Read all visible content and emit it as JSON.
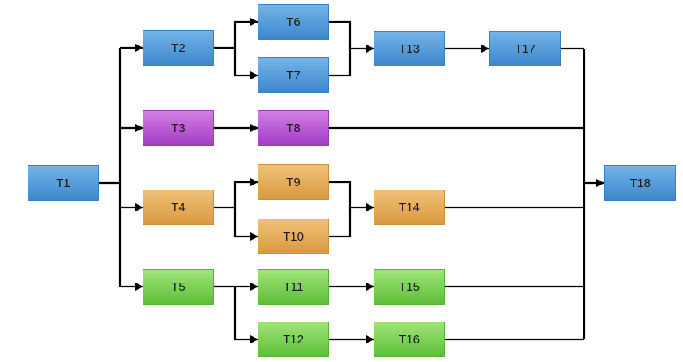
{
  "diagram": {
    "nodes": [
      {
        "id": "T1",
        "label": "T1",
        "color": "blue"
      },
      {
        "id": "T2",
        "label": "T2",
        "color": "blue"
      },
      {
        "id": "T3",
        "label": "T3",
        "color": "purple"
      },
      {
        "id": "T4",
        "label": "T4",
        "color": "orange"
      },
      {
        "id": "T5",
        "label": "T5",
        "color": "green"
      },
      {
        "id": "T6",
        "label": "T6",
        "color": "blue"
      },
      {
        "id": "T7",
        "label": "T7",
        "color": "blue"
      },
      {
        "id": "T8",
        "label": "T8",
        "color": "purple"
      },
      {
        "id": "T9",
        "label": "T9",
        "color": "orange"
      },
      {
        "id": "T10",
        "label": "T10",
        "color": "orange"
      },
      {
        "id": "T11",
        "label": "T11",
        "color": "green"
      },
      {
        "id": "T12",
        "label": "T12",
        "color": "green"
      },
      {
        "id": "T13",
        "label": "T13",
        "color": "blue"
      },
      {
        "id": "T14",
        "label": "T14",
        "color": "orange"
      },
      {
        "id": "T15",
        "label": "T15",
        "color": "green"
      },
      {
        "id": "T16",
        "label": "T16",
        "color": "green"
      },
      {
        "id": "T17",
        "label": "T17",
        "color": "blue"
      },
      {
        "id": "T18",
        "label": "T18",
        "color": "blue"
      }
    ],
    "edges": [
      [
        "T1",
        "T2"
      ],
      [
        "T1",
        "T3"
      ],
      [
        "T1",
        "T4"
      ],
      [
        "T1",
        "T5"
      ],
      [
        "T2",
        "T6"
      ],
      [
        "T2",
        "T7"
      ],
      [
        "T3",
        "T8"
      ],
      [
        "T4",
        "T9"
      ],
      [
        "T4",
        "T10"
      ],
      [
        "T5",
        "T11"
      ],
      [
        "T5",
        "T12"
      ],
      [
        "T6",
        "T13"
      ],
      [
        "T7",
        "T13"
      ],
      [
        "T9",
        "T14"
      ],
      [
        "T10",
        "T14"
      ],
      [
        "T11",
        "T15"
      ],
      [
        "T12",
        "T16"
      ],
      [
        "T13",
        "T17"
      ],
      [
        "T17",
        "T18"
      ],
      [
        "T8",
        "T18"
      ],
      [
        "T14",
        "T18"
      ],
      [
        "T15",
        "T18"
      ],
      [
        "T16",
        "T18"
      ]
    ],
    "colors": {
      "blue": "#4a90d9",
      "purple": "#b04fd0",
      "orange": "#e0a24e",
      "green": "#6cc845",
      "edge": "#000000"
    }
  }
}
